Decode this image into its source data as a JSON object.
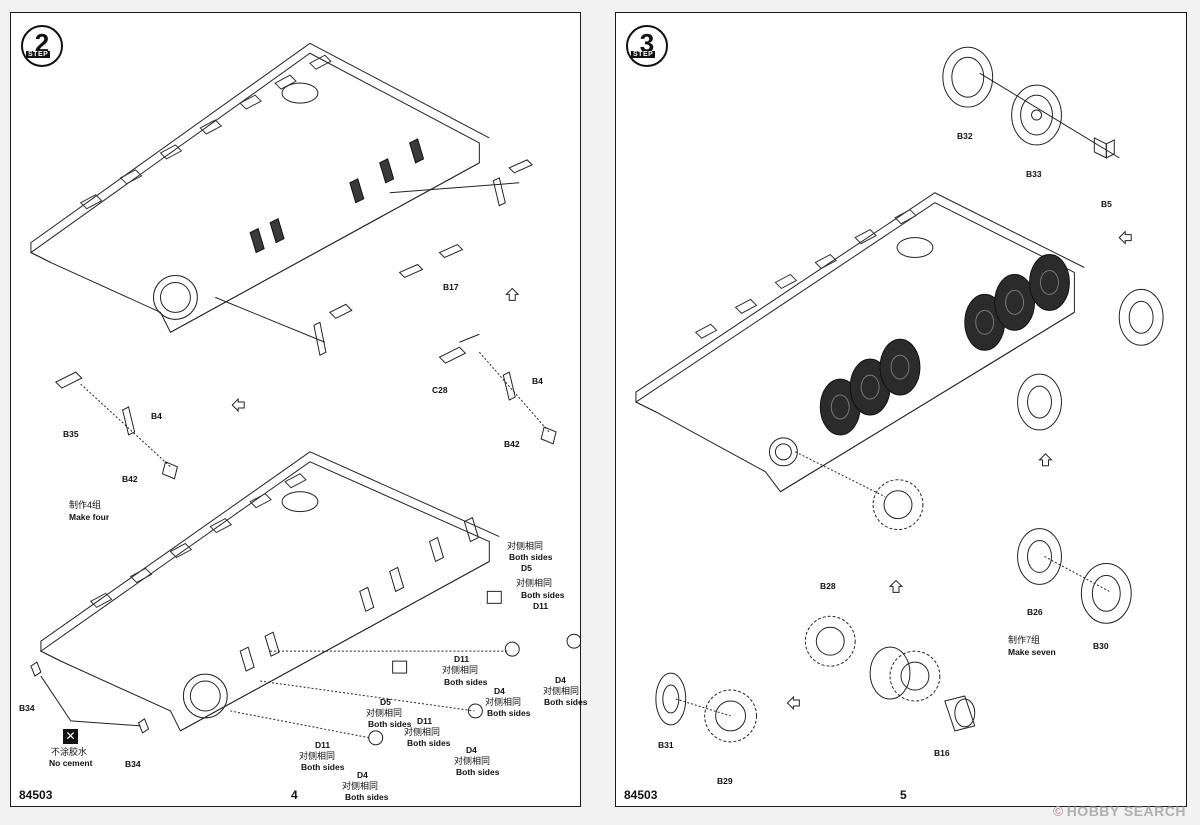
{
  "left_page": {
    "step_number": "2",
    "step_word": "STEP",
    "page_number": "4",
    "kit_number": "84503",
    "labels": {
      "b17": "B17",
      "c28": "C28",
      "b4_right": "B4",
      "b42_right": "B42",
      "b35": "B35",
      "b4_left": "B4",
      "b42_left": "B42",
      "make_four_cn": "制作4组",
      "make_four_en": "Make four",
      "d5_top_cn": "对侧相同",
      "d5_top_en": "Both sides",
      "d5_top": "D5",
      "d5_top_cn2": "对侧相同",
      "d5_top_en2": "Both sides",
      "d11_top": "D11",
      "d11_mid": "D11",
      "d11_mid_cn": "对侧相同",
      "d11_mid_en": "Both sides",
      "d4_a": "D4",
      "d4_a_cn": "对侧相同",
      "d4_a_en": "Both sides",
      "d4_b": "D4",
      "d4_b_cn": "对侧相同",
      "d4_b_en": "Both sides",
      "d5_low": "D5",
      "d5_low_cn": "对侧相同",
      "d5_low_en": "Both sides",
      "d11_low": "D11",
      "d11_low_cn": "对侧相同",
      "d11_low_en": "Both sides",
      "d4_c": "D4",
      "d4_c_cn": "对侧相同",
      "d4_c_en": "Both sides",
      "d11_bottom": "D11",
      "d11_bottom_cn": "对侧相同",
      "d11_bottom_en": "Both sides",
      "d4_d": "D4",
      "d4_d_cn": "对侧相同",
      "d4_d_en": "Both sides",
      "b34_left": "B34",
      "b34_right": "B34",
      "no_cement_cn": "不涂胶水",
      "no_cement_en": "No cement"
    }
  },
  "right_page": {
    "step_number": "3",
    "step_word": "STEP",
    "page_number": "5",
    "kit_number": "84503",
    "labels": {
      "b32": "B32",
      "b33": "B33",
      "b5": "B5",
      "b28": "B28",
      "b26": "B26",
      "b30": "B30",
      "make_seven_cn": "制作7组",
      "make_seven_en": "Make seven",
      "b31": "B31",
      "b29": "B29",
      "b16": "B16"
    }
  },
  "watermark": "HOBBY SEARCH",
  "watermark_logo": "©"
}
